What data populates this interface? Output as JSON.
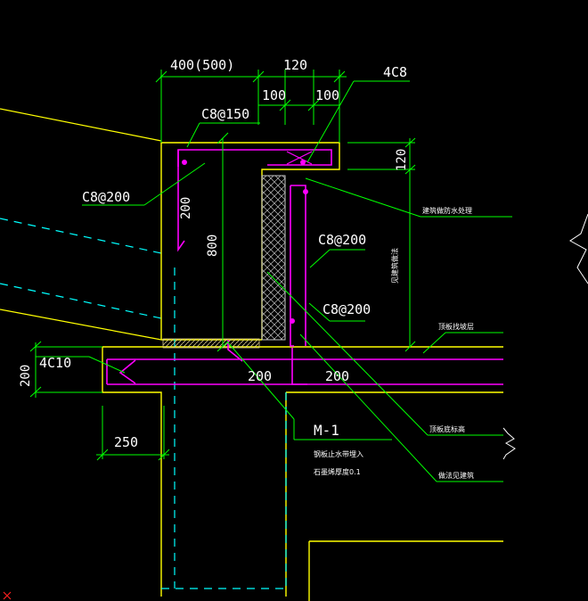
{
  "labels": {
    "dim_400_500": "400(500)",
    "dim_120_top": "120",
    "dim_100_a": "100",
    "dim_100_b": "100",
    "rebar_4c8": "4C8",
    "rebar_c8_150": "C8@150",
    "rebar_c8_200_left": "C8@200",
    "dim_200_v": "200",
    "dim_800_v": "800",
    "dim_120_right": "120",
    "rebar_c8_200_mid": "C8@200",
    "rebar_c8_200_low": "C8@200",
    "note_waterproof": "建筑做防水处理",
    "note_vertical": "见建筑做法",
    "note_slab_top": "顶板找坡层",
    "rebar_4c10": "4C10",
    "dim_200_left": "200",
    "dim_200_slab_a": "200",
    "dim_200_slab_b": "200",
    "dim_250": "250",
    "mark_m1": "M-1",
    "note_m1_a": "钢板止水带埋入",
    "note_m1_b": "石墨烯厚度0.1",
    "note_slab_bottom": "顶板底标高",
    "note_insulation": "做法见建筑"
  },
  "colors": {
    "background": "#000000",
    "structure": "#ffff00",
    "rebar": "#ff00ff",
    "dimension": "#00ff00",
    "hidden": "#00ffff",
    "text": "#ffffff",
    "hatch": "#c8c8c8"
  }
}
